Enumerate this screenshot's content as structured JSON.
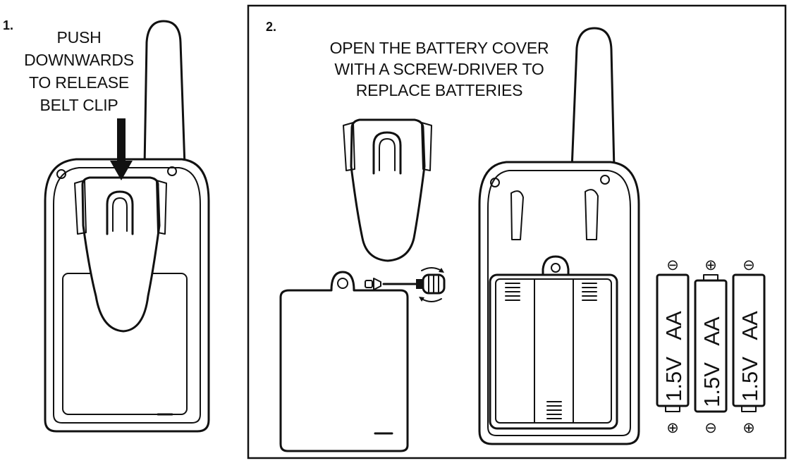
{
  "panel1": {
    "step": "1.",
    "instruction": [
      "PUSH",
      "DOWNWARDS",
      "TO RELEASE",
      "BELT CLIP"
    ]
  },
  "panel2": {
    "step": "2.",
    "instruction": [
      "OPEN THE BATTERY COVER",
      "WITH A SCREW-DRIVER TO",
      "REPLACE BATTERIES"
    ]
  },
  "batteries": [
    {
      "size": "AA",
      "voltage": "1.5V",
      "top": "⊖",
      "bottom": "⊕"
    },
    {
      "size": "AA",
      "voltage": "1.5V",
      "top": "⊕",
      "bottom": "⊖"
    },
    {
      "size": "AA",
      "voltage": "1.5V",
      "top": "⊖",
      "bottom": "⊕"
    }
  ],
  "icons": [
    "arrow-down-icon",
    "screwdriver-icon",
    "rotate-icon",
    "screw-icon"
  ],
  "colors": {
    "line": "#111111",
    "background": "#ffffff"
  }
}
